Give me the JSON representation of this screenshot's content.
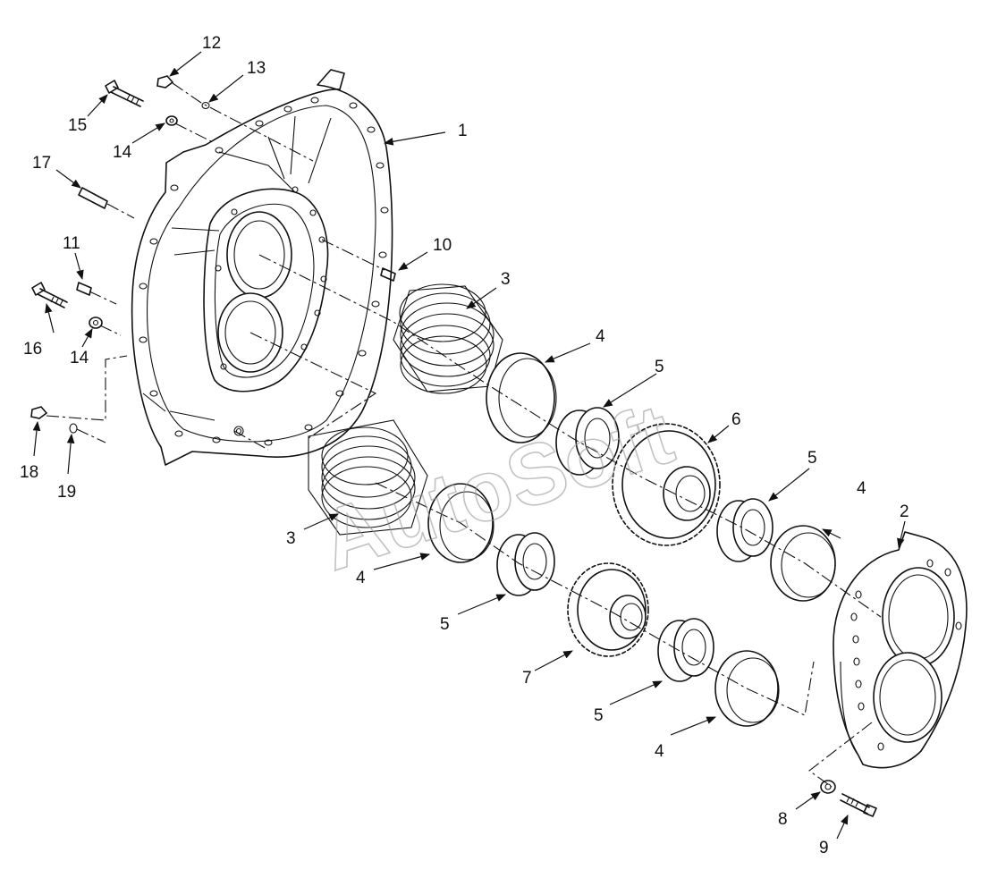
{
  "watermark": "AutoSoft",
  "callouts": [
    "1",
    "2",
    "3",
    "3",
    "4",
    "4",
    "4",
    "4",
    "5",
    "5",
    "5",
    "5",
    "6",
    "7",
    "8",
    "9",
    "10",
    "11",
    "12",
    "13",
    "14",
    "14",
    "15",
    "16",
    "17",
    "18",
    "19"
  ]
}
